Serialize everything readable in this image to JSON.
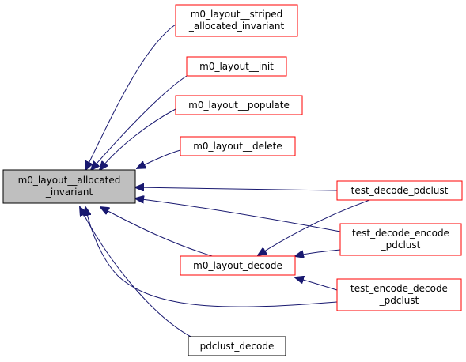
{
  "diagram": {
    "type": "call-graph",
    "colors": {
      "edge": "#191970",
      "node_border_red": "#ff0000",
      "node_border_black": "#000000",
      "focus_fill": "#bfbfbf",
      "node_fill": "#ffffff"
    },
    "nodes": {
      "focus": {
        "lines": [
          "m0_layout__allocated",
          "_invariant"
        ]
      },
      "striped_invariant": {
        "lines": [
          "m0_layout__striped",
          "_allocated_invariant"
        ]
      },
      "layout_init": {
        "lines": [
          "m0_layout__init"
        ]
      },
      "layout_populate": {
        "lines": [
          "m0_layout__populate"
        ]
      },
      "layout_delete": {
        "lines": [
          "m0_layout__delete"
        ]
      },
      "test_decode_pdclust": {
        "lines": [
          "test_decode_pdclust"
        ]
      },
      "test_decode_encode_pdclust": {
        "lines": [
          "test_decode_encode",
          "_pdclust"
        ]
      },
      "layout_decode": {
        "lines": [
          "m0_layout_decode"
        ]
      },
      "test_encode_decode_pdclust": {
        "lines": [
          "test_encode_decode",
          "_pdclust"
        ]
      },
      "pdclust_decode": {
        "lines": [
          "pdclust_decode"
        ]
      }
    },
    "edges": [
      {
        "from": "striped_invariant",
        "to": "focus"
      },
      {
        "from": "layout_init",
        "to": "focus"
      },
      {
        "from": "layout_populate",
        "to": "focus"
      },
      {
        "from": "layout_delete",
        "to": "focus"
      },
      {
        "from": "test_decode_pdclust",
        "to": "focus"
      },
      {
        "from": "test_decode_encode_pdclust",
        "to": "focus"
      },
      {
        "from": "layout_decode",
        "to": "focus"
      },
      {
        "from": "test_encode_decode_pdclust",
        "to": "focus"
      },
      {
        "from": "pdclust_decode",
        "to": "focus"
      },
      {
        "from": "test_decode_pdclust",
        "to": "layout_decode"
      },
      {
        "from": "test_decode_encode_pdclust",
        "to": "layout_decode"
      },
      {
        "from": "test_encode_decode_pdclust",
        "to": "layout_decode"
      }
    ]
  }
}
